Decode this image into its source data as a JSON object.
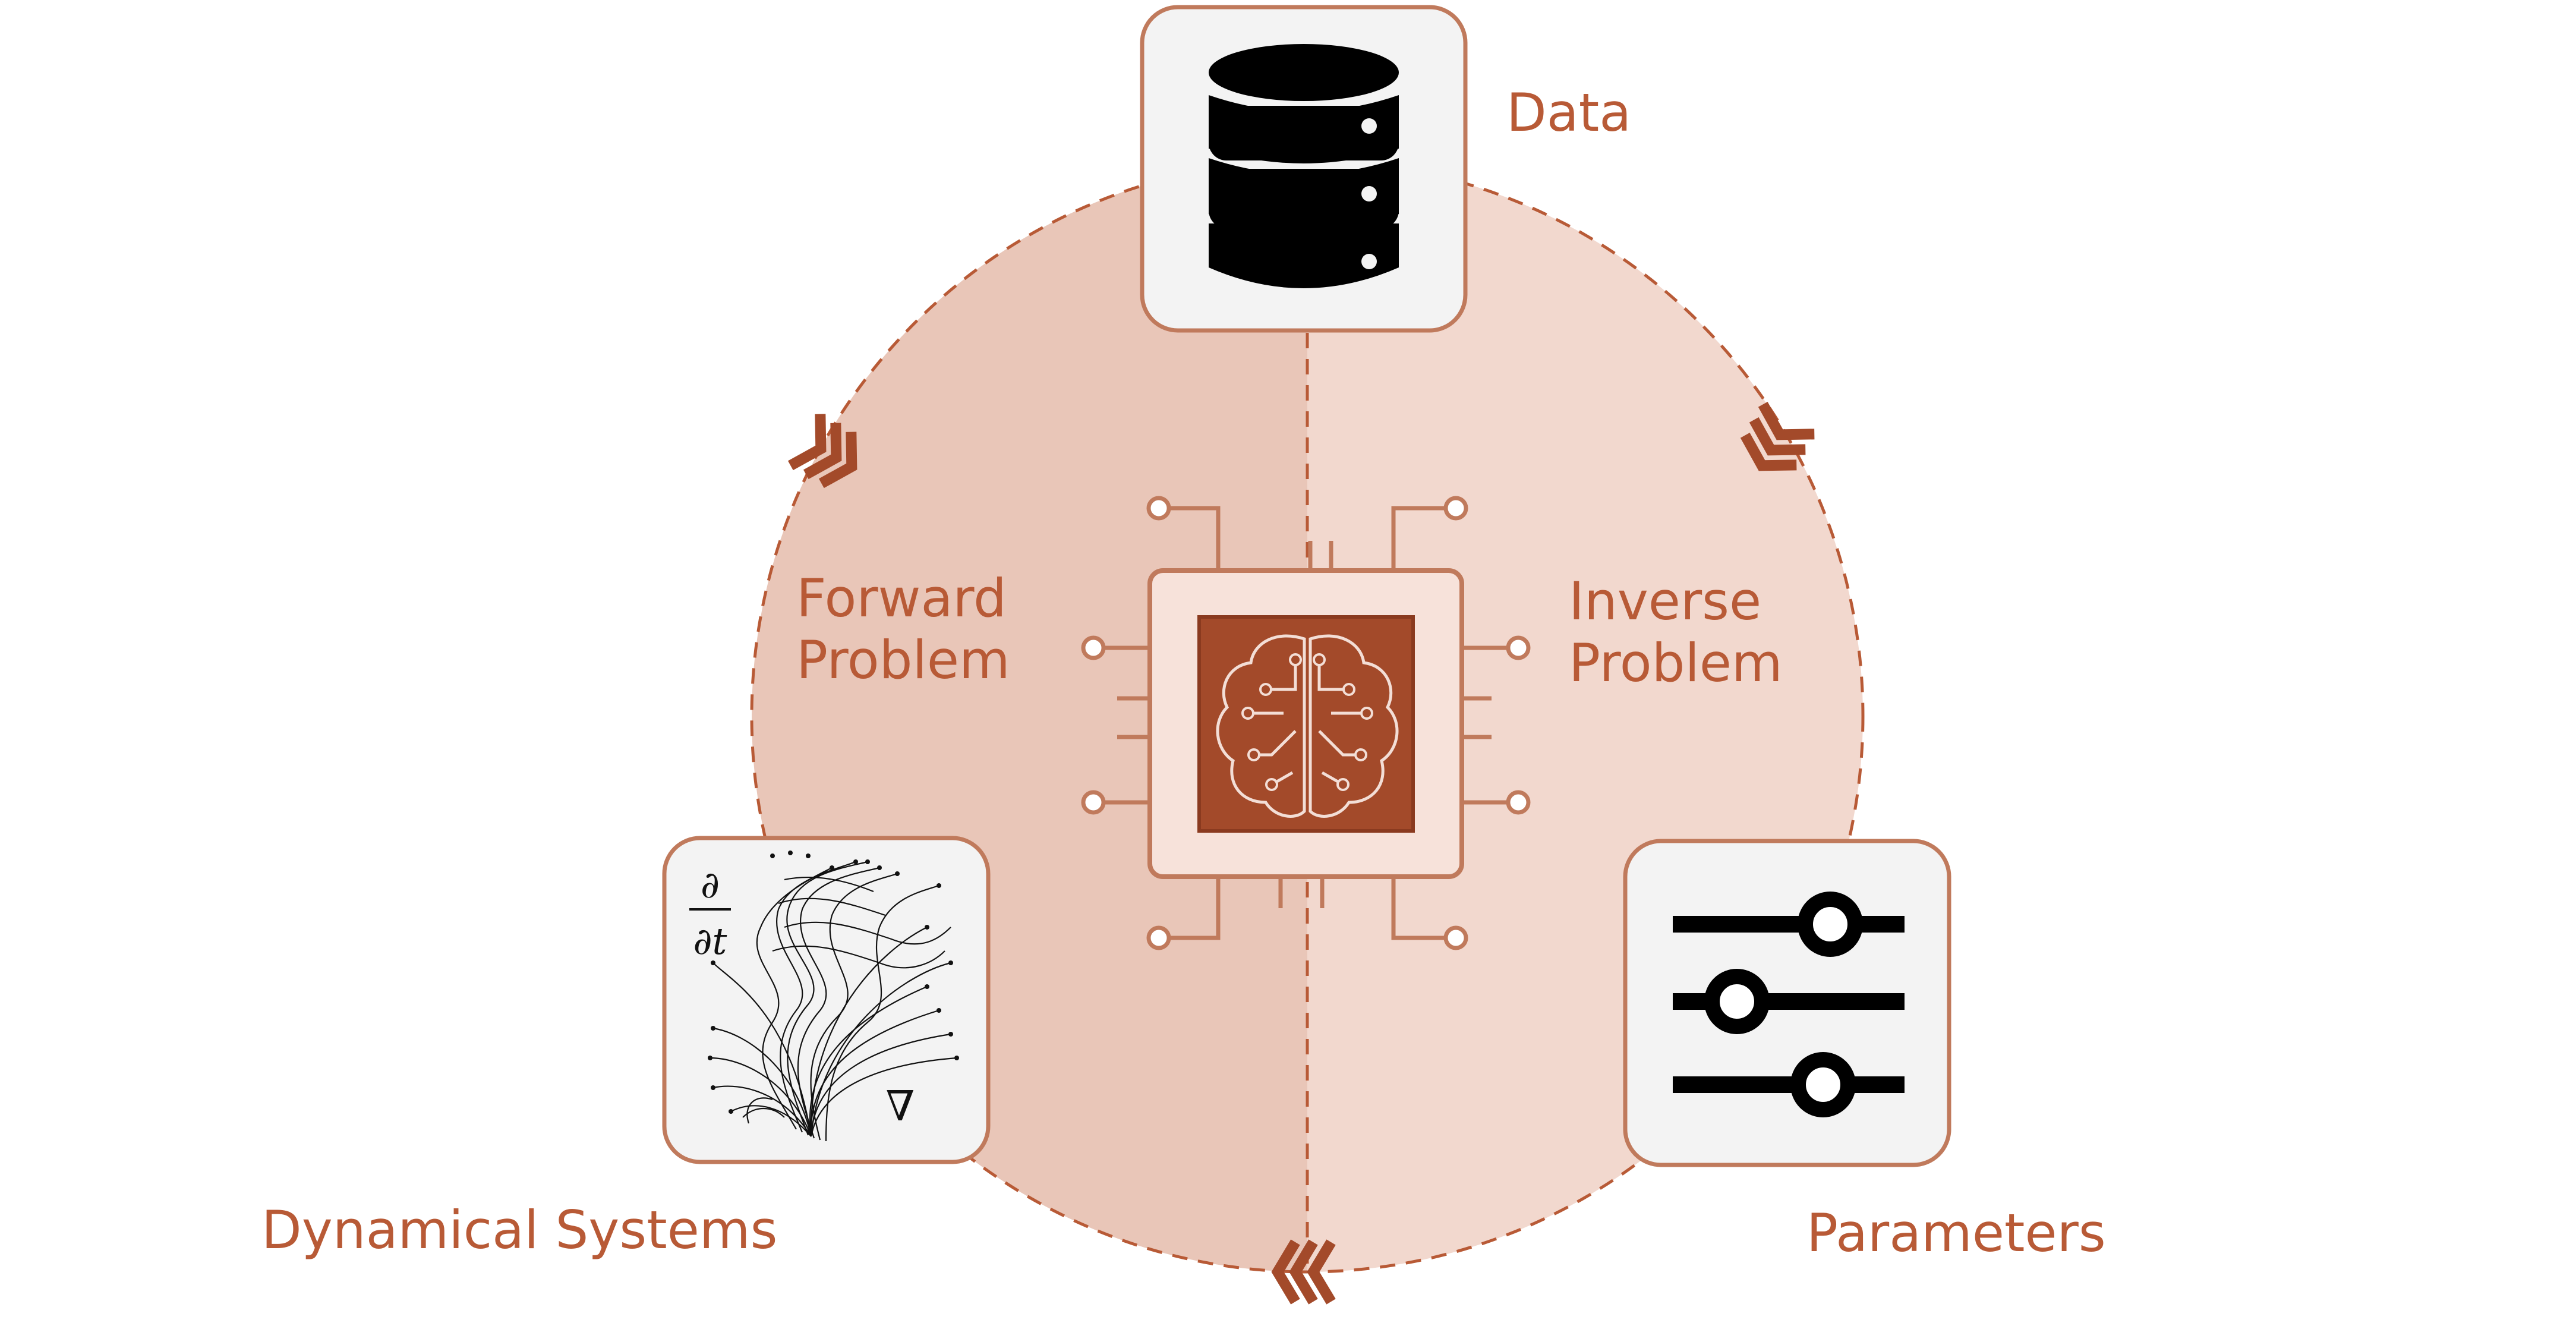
{
  "labels": {
    "data": "Data",
    "forward_line1": "Forward",
    "forward_line2": "Problem",
    "inverse_line1": "Inverse",
    "inverse_line2": "Problem",
    "dynamical": "Dynamical Systems",
    "parameters": "Parameters",
    "partial_symbol": "∂",
    "partial_t": "∂t",
    "nabla": "∇"
  },
  "icons": {
    "top": "database-icon",
    "center": "brain-chip-icon",
    "left": "dynamical-trajectories-icon",
    "right": "sliders-icon"
  },
  "colors": {
    "accent": "#b85a36",
    "left_half": "#e9c6b8",
    "right_half": "#f2d8ce",
    "icon_box_fill": "#f3f3f3",
    "chip_outer": "#f7e2da",
    "chip_core": "#a34a2a",
    "ink": "#000000"
  }
}
